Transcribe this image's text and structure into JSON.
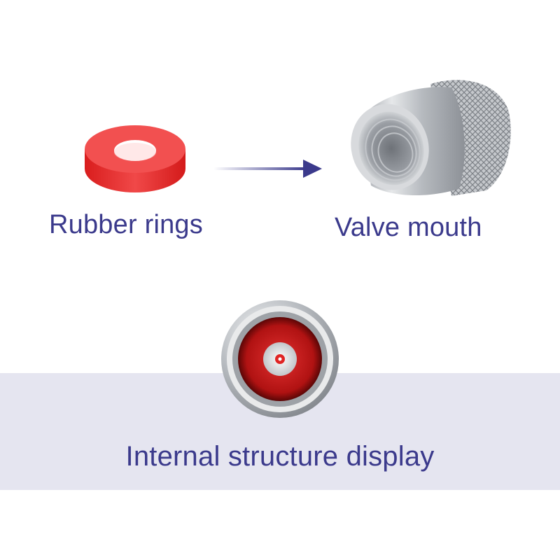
{
  "labels": {
    "rubber_rings": "Rubber rings",
    "valve_mouth": "Valve mouth",
    "internal_structure": "Internal structure display"
  },
  "colors": {
    "text": "#3b3a8c",
    "arrow": "#3b3a8c",
    "band": "#e5e5f0",
    "rubber": "#ee2a2a",
    "metal": "#b8bcc2"
  }
}
